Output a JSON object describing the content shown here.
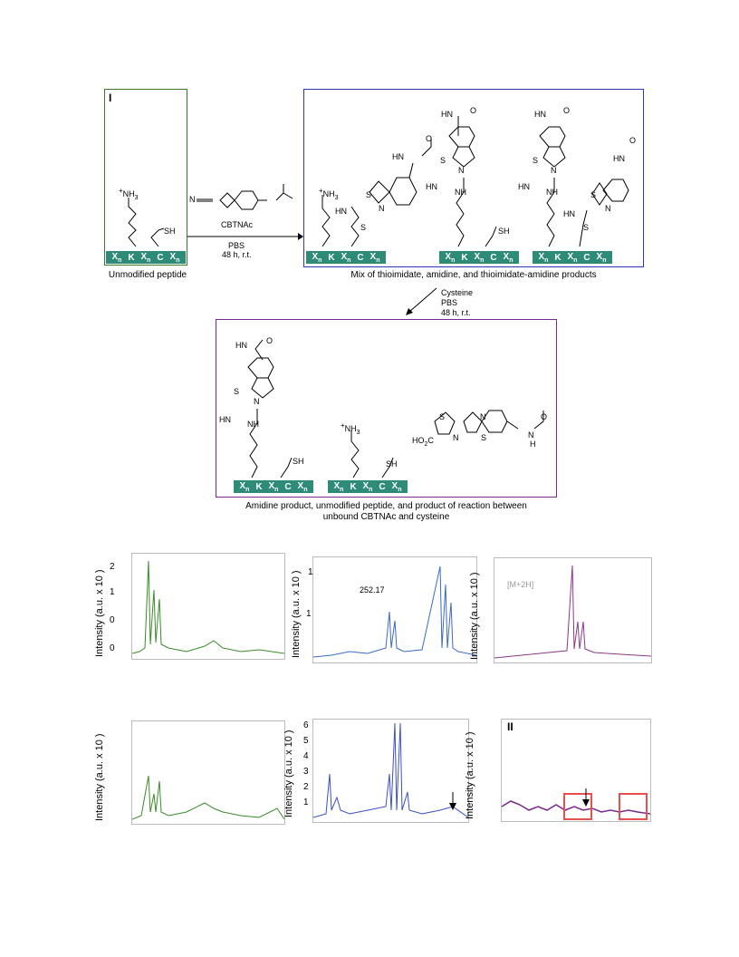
{
  "panel_label_I": "I",
  "panel_label_II": "II",
  "reagent": {
    "name": "CBTNAc",
    "conditions_1": "PBS",
    "conditions_2": "48 h, r.t."
  },
  "step2": {
    "reagent": "Cysteine",
    "conditions_1": "PBS",
    "conditions_2": "48 h, r.t."
  },
  "captions": {
    "unmodified": "Unmodified peptide",
    "mix": "Mix of thioimidate, amidine, and thioimidate-amidine products",
    "result_line1": "Amidine product, unmodified peptide, and product of reaction between",
    "result_line2": "unbound CBTNAc and cysteine"
  },
  "peptide": [
    "X",
    "K",
    "X",
    "C",
    "X"
  ],
  "peptide_subscript": "n",
  "chem_labels": {
    "nh3": "NH",
    "sh": "SH",
    "hn": "HN",
    "nh": "NH",
    "s": "S",
    "n": "N",
    "o": "O",
    "h": "H",
    "ho2c": "HO",
    "hn_amide": "HN",
    "cn": "N"
  },
  "spectra": {
    "ylabel": "Intensity (a.u. x 10 )",
    "top_green_ticks": [
      "2",
      "1",
      "0",
      "0"
    ],
    "top_blue_ticks": [
      "1",
      "1"
    ],
    "top_blue_annotation": "252.17",
    "top_purple_annotation": "[M+2H]",
    "bottom_blue_ticks": [
      "6",
      "5",
      "4",
      "3",
      "2",
      "1"
    ]
  },
  "colors": {
    "green": "#3a8a2a",
    "blue": "#3a4fc4",
    "purple": "#7a2a8a",
    "teal": "#2e8b78",
    "red": "#e85050"
  }
}
